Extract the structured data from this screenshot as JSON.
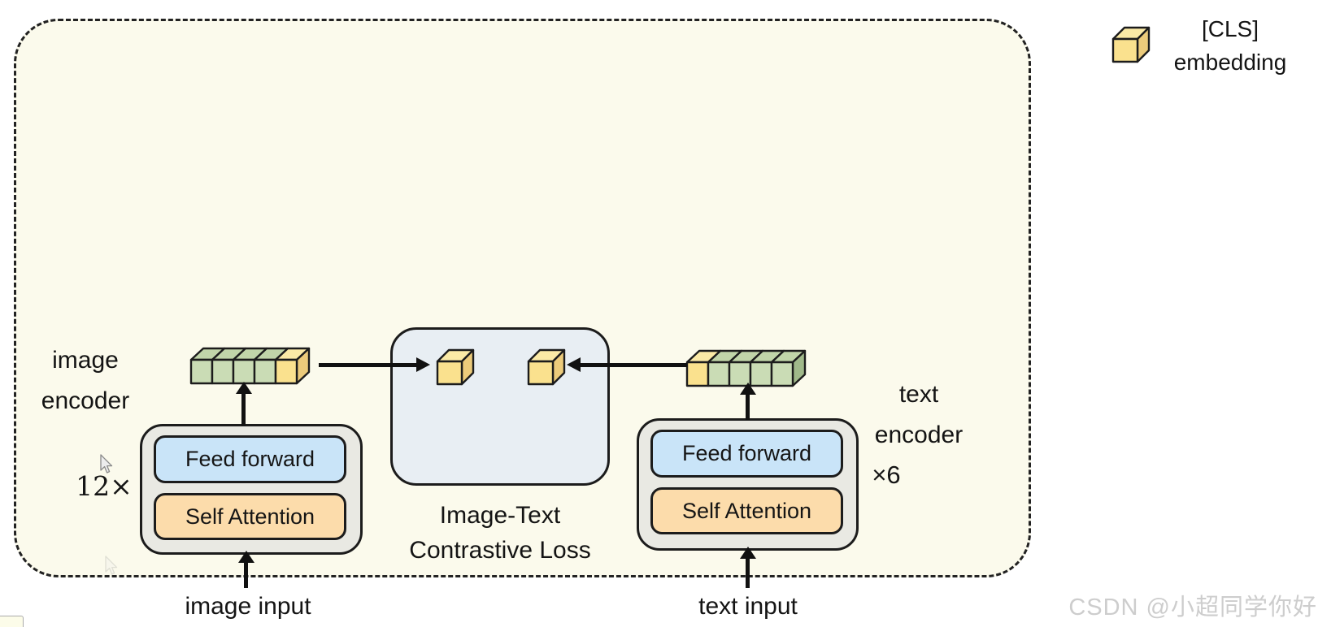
{
  "legend": {
    "line1": "[CLS]",
    "line2": "embedding"
  },
  "image_encoder": {
    "label_line1": "image",
    "label_line2": "encoder",
    "multiplier": "12×",
    "feed_forward": "Feed forward",
    "self_attention": "Self Attention",
    "input_label": "image input"
  },
  "text_encoder": {
    "label_line1": "text",
    "label_line2": "encoder",
    "multiplier": "×6",
    "feed_forward": "Feed forward",
    "self_attention": "Self Attention",
    "input_label": "text input"
  },
  "loss_box": {
    "label_line1": "Image-Text",
    "label_line2": "Contrastive Loss"
  },
  "watermark": "CSDN @小超同学你好",
  "strips": {
    "image_tokens": [
      "green",
      "green",
      "green",
      "green",
      "yellow"
    ],
    "text_tokens": [
      "yellow",
      "green",
      "green",
      "green",
      "green"
    ],
    "loss_image_token": [
      "yellow"
    ],
    "loss_text_token": [
      "yellow"
    ],
    "legend_token": [
      "yellow"
    ]
  },
  "colors": {
    "diagram_background": "#fbfaec",
    "encoder_container": "#e9e9e3",
    "feed_forward_fill": "#c9e4f8",
    "self_attention_fill": "#fcdcab",
    "loss_box_fill": "#e8eef3",
    "outline": "#1c1c1c",
    "cubes": {
      "green": {
        "front": "#cadcb5",
        "top": "#c1d5a9",
        "side": "#a0b98a"
      },
      "yellow": {
        "front": "#fae18e",
        "top": "#fbeaa6",
        "side": "#eccb7b"
      }
    }
  }
}
